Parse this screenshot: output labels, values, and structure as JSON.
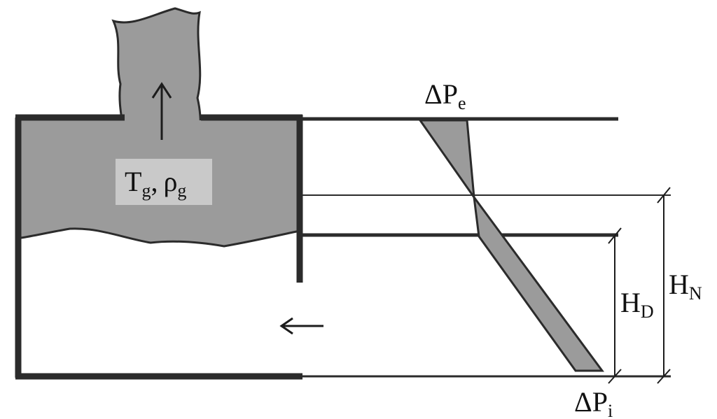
{
  "colors": {
    "smoke": "#9b9b9b",
    "label_box": "#c9c9c9",
    "line": "#2b2b2b",
    "background": "#ffffff"
  },
  "labels": {
    "gas_temperature": {
      "symbol": "T",
      "subscript": "g"
    },
    "gas_density": {
      "symbol": "ρ",
      "subscript": "g"
    },
    "gas_separator": ",",
    "exterior_pressure": {
      "symbol": "ΔP",
      "subscript": "e"
    },
    "interior_pressure": {
      "symbol": "ΔP",
      "subscript": "i"
    },
    "discharge_height": {
      "symbol": "H",
      "subscript": "D"
    },
    "neutral_plane_height": {
      "symbol": "H",
      "subscript": "N"
    }
  },
  "icons": {
    "plume_flow": "arrow-up-icon",
    "inflow": "arrow-left-icon"
  }
}
